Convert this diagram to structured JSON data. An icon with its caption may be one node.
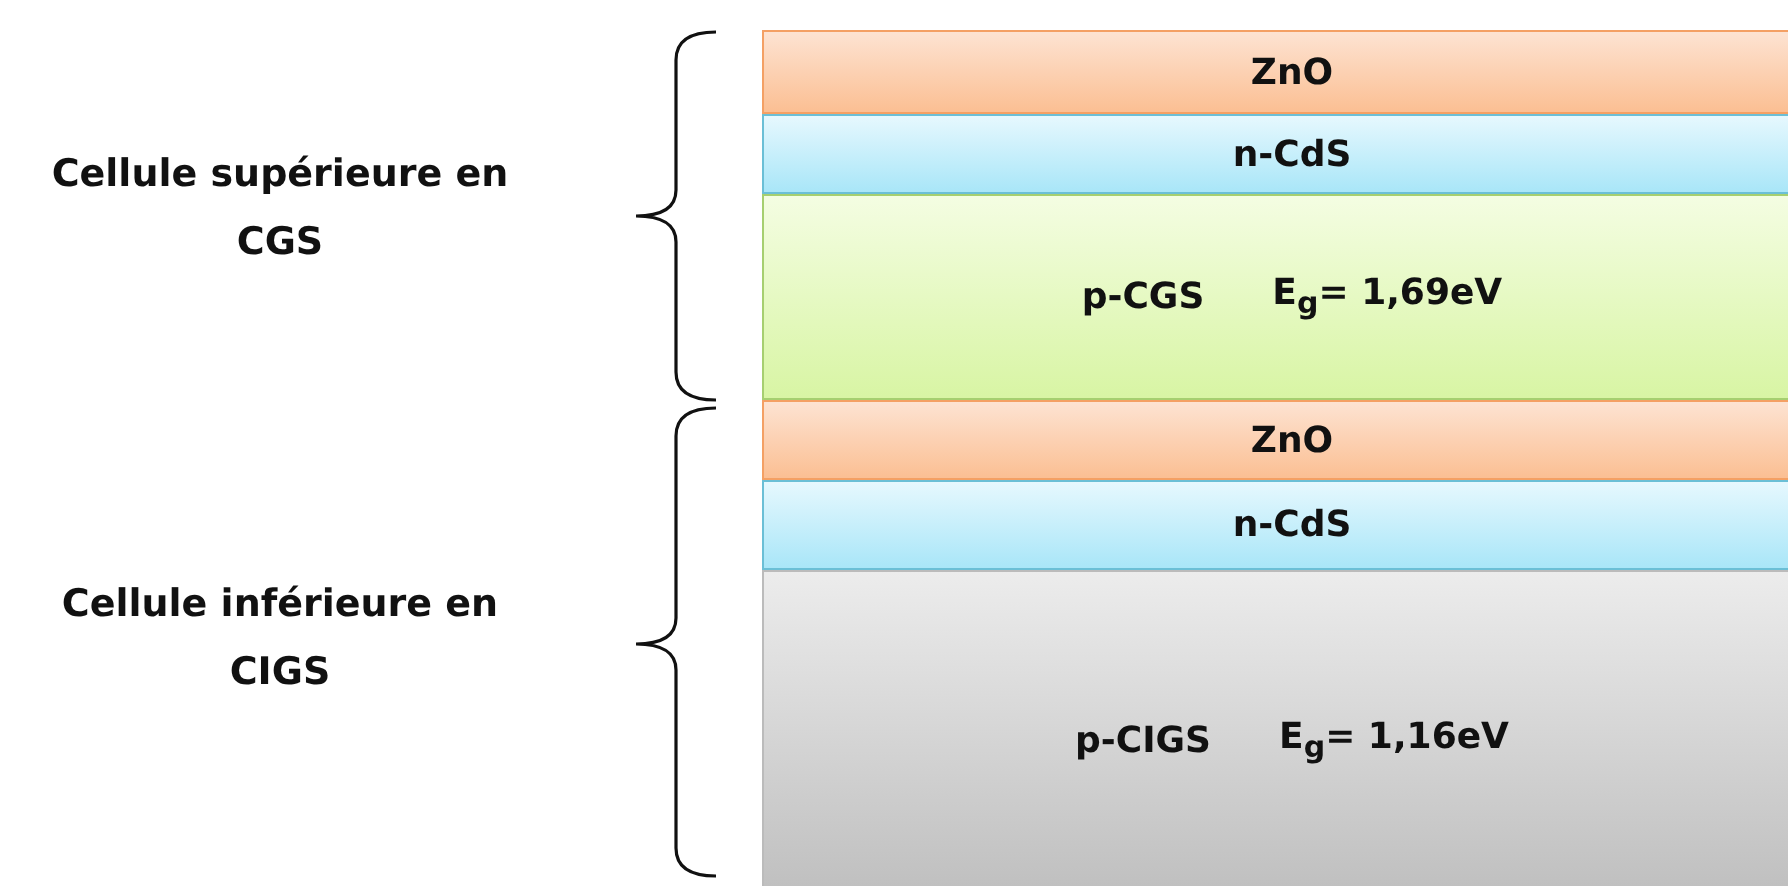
{
  "diagram": {
    "nodes": [
      {
        "text": [
          "ZnO"
        ]
      },
      {
        "text": [
          "n-CdS"
        ]
      },
      {
        "text": [
          "p-CGS",
          "E$_{g}$= 1,69eV"
        ]
      },
      {
        "text": [
          "ZnO"
        ]
      },
      {
        "text": [
          "n-CdS"
        ]
      },
      {
        "text": [
          "p-CIGS",
          "E$_{g}$= 1,16eV"
        ]
      }
    ],
    "labels": [
      "Cellule supérieure en CGS",
      "Cellule inférieure en CIGS"
    ]
  }
}
